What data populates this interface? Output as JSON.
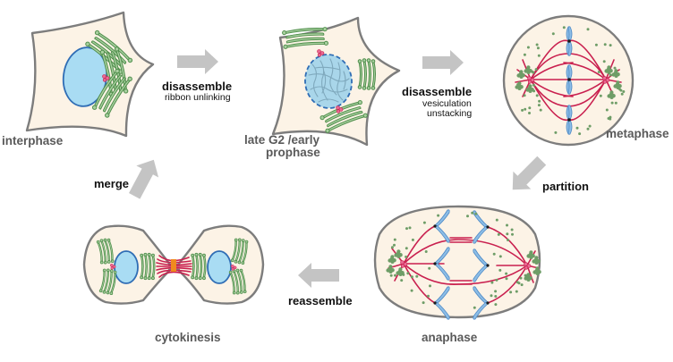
{
  "figure": {
    "description": "Golgi apparatus inheritance during the mammalian cell cycle",
    "colors": {
      "cell_fill": "#fcf3e6",
      "cell_outline": "#7d7d7d",
      "nucleus": "#a9dcf3",
      "nuclear_envelope": "#2f6db5",
      "golgi": "#a8cf9f",
      "golgi_outline": "#4f8e4b",
      "microtubules": "#c9204f",
      "centrosome": "#e86a93",
      "chromosomes": "#8cbde6",
      "midbody": "#f08a1e",
      "arrows": "#c4c4c4",
      "stage_label": "#5a5a5a",
      "step_label": "#111111"
    }
  },
  "stages": {
    "interphase": {
      "label": "interphase"
    },
    "prophase": {
      "label_line1": "late G2 /early",
      "label_line2": "prophase"
    },
    "metaphase": {
      "label": "metaphase"
    },
    "anaphase": {
      "label": "anaphase"
    },
    "cytokinesis": {
      "label": "cytokinesis"
    }
  },
  "transitions": {
    "step1": {
      "label": "disassemble",
      "sub": [
        "ribbon unlinking"
      ],
      "direction": "right"
    },
    "step2": {
      "label": "disassemble",
      "sub": [
        "vesiculation",
        "unstacking"
      ],
      "direction": "right"
    },
    "step3": {
      "label": "partition",
      "sub": [],
      "direction": "down-left"
    },
    "step4": {
      "label": "reassemble",
      "sub": [],
      "direction": "left"
    },
    "step5": {
      "label": "merge",
      "sub": [],
      "direction": "up"
    }
  }
}
